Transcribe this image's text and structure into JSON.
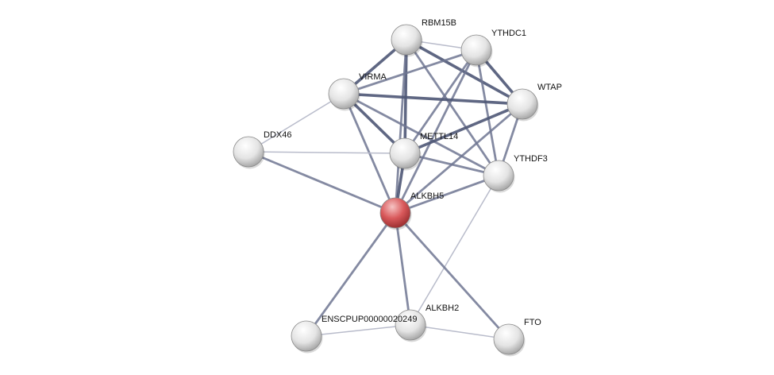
{
  "network": {
    "query_node": "ALKBH5",
    "colors": {
      "query": "#d9595b",
      "node": "#e6e6e6",
      "edge_strong": "#4e5676",
      "edge_medium": "#6f7692",
      "edge_weak": "#b9bccb"
    },
    "nodes": [
      {
        "id": "RBM15B",
        "label": "RBM15B"
      },
      {
        "id": "YTHDC1",
        "label": "YTHDC1"
      },
      {
        "id": "VIRMA",
        "label": "VIRMA"
      },
      {
        "id": "WTAP",
        "label": "WTAP"
      },
      {
        "id": "DDX46",
        "label": "DDX46"
      },
      {
        "id": "METTL14",
        "label": "METTL14"
      },
      {
        "id": "YTHDF3",
        "label": "YTHDF3"
      },
      {
        "id": "ALKBH5",
        "label": "ALKBH5"
      },
      {
        "id": "ENSCPUP00000020249",
        "label": "ENSCPUP00000020249"
      },
      {
        "id": "ALKBH2",
        "label": "ALKBH2"
      },
      {
        "id": "FTO",
        "label": "FTO"
      }
    ],
    "edges": [
      [
        "RBM15B",
        "YTHDC1",
        "weak"
      ],
      [
        "RBM15B",
        "VIRMA",
        "strong"
      ],
      [
        "RBM15B",
        "METTL14",
        "strong"
      ],
      [
        "RBM15B",
        "WTAP",
        "strong"
      ],
      [
        "RBM15B",
        "YTHDF3",
        "medium"
      ],
      [
        "RBM15B",
        "ALKBH5",
        "medium"
      ],
      [
        "YTHDC1",
        "VIRMA",
        "medium"
      ],
      [
        "YTHDC1",
        "WTAP",
        "strong"
      ],
      [
        "YTHDC1",
        "YTHDF3",
        "medium"
      ],
      [
        "YTHDC1",
        "METTL14",
        "medium"
      ],
      [
        "YTHDC1",
        "ALKBH5",
        "medium"
      ],
      [
        "VIRMA",
        "WTAP",
        "strong"
      ],
      [
        "VIRMA",
        "METTL14",
        "strong"
      ],
      [
        "VIRMA",
        "YTHDF3",
        "medium"
      ],
      [
        "VIRMA",
        "ALKBH5",
        "medium"
      ],
      [
        "VIRMA",
        "DDX46",
        "weak"
      ],
      [
        "WTAP",
        "METTL14",
        "strong"
      ],
      [
        "WTAP",
        "YTHDF3",
        "medium"
      ],
      [
        "WTAP",
        "ALKBH5",
        "medium"
      ],
      [
        "DDX46",
        "METTL14",
        "weak"
      ],
      [
        "DDX46",
        "ALKBH5",
        "medium"
      ],
      [
        "METTL14",
        "YTHDF3",
        "medium"
      ],
      [
        "METTL14",
        "ALKBH5",
        "strong"
      ],
      [
        "YTHDF3",
        "ALKBH5",
        "medium"
      ],
      [
        "YTHDF3",
        "ALKBH2",
        "weak"
      ],
      [
        "ALKBH5",
        "ENSCPUP00000020249",
        "medium"
      ],
      [
        "ALKBH5",
        "ALKBH2",
        "medium"
      ],
      [
        "ALKBH5",
        "FTO",
        "medium"
      ],
      [
        "ENSCPUP00000020249",
        "ALKBH2",
        "weak"
      ],
      [
        "ALKBH2",
        "FTO",
        "weak"
      ]
    ]
  }
}
